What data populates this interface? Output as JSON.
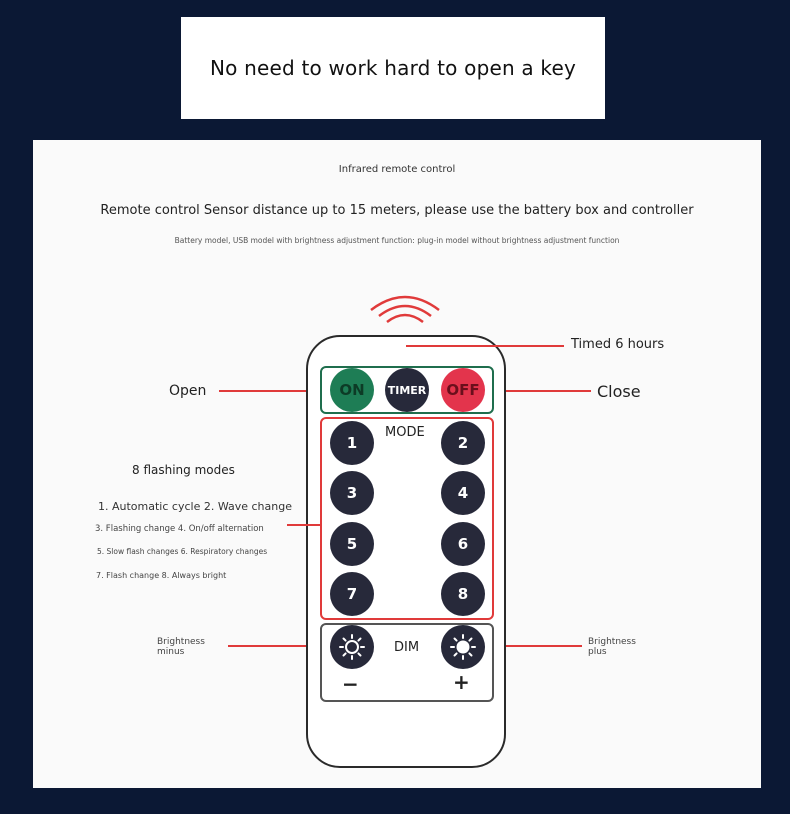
{
  "banner": {
    "text": "No need to work hard to open a key"
  },
  "panel": {
    "title": "Infrared remote control",
    "subtitle": "Remote control Sensor distance up to 15 meters, please use the battery box and controller",
    "note": "Battery model, USB model with brightness adjustment function: plug-in model without brightness adjustment function"
  },
  "labels": {
    "timed": "Timed 6 hours",
    "open": "Open",
    "close": "Close",
    "flashing_title": "8 flashing modes",
    "mode_line1": "1. Automatic cycle 2. Wave change",
    "mode_line2": "3. Flashing change 4. On/off alternation",
    "mode_line3": "5. Slow flash changes 6. Respiratory changes",
    "mode_line4": "7. Flash change 8. Always bright",
    "brightness_minus_1": "Brightness",
    "brightness_minus_2": "minus",
    "brightness_plus_1": "Brightness",
    "brightness_plus_2": "plus"
  },
  "remote": {
    "on": "ON",
    "timer": "TIMER",
    "off": "OFF",
    "mode": "MODE",
    "keys": [
      "1",
      "2",
      "3",
      "4",
      "5",
      "6",
      "7",
      "8"
    ],
    "dim": "DIM",
    "minus": "−",
    "plus": "+"
  },
  "colors": {
    "background": "#0b1834",
    "on_button": "#1e7d55",
    "off_button": "#e3344c",
    "key_button": "#27293a",
    "callout_line": "#e03a3a",
    "power_box_border": "#1f6e4d",
    "mode_box_border": "#e03a3a"
  }
}
